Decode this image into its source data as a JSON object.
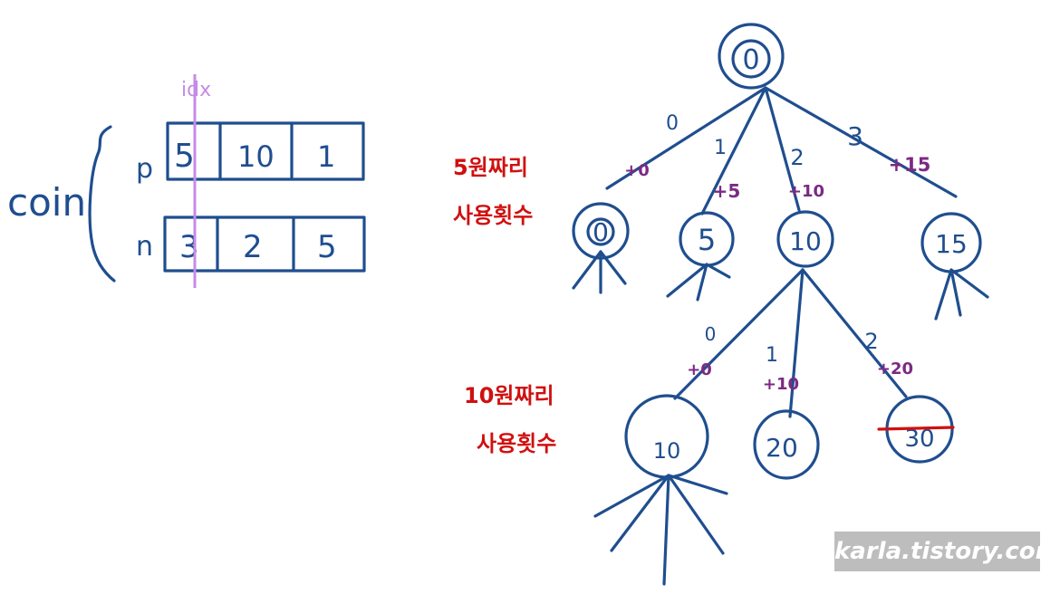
{
  "coin_label": "coin",
  "row_labels": {
    "p": "p",
    "n": "n"
  },
  "p_values": [
    "5",
    "10",
    "1"
  ],
  "n_values": [
    "3",
    "2",
    "5"
  ],
  "idx_label": "idx",
  "annotations": {
    "level1_line1": "5원짜리",
    "level1_line2": "사용횟수",
    "level2_line1": "10원짜리",
    "level2_line2": "사용횟수"
  },
  "tree": {
    "root": "0",
    "level1_nodes": [
      "0",
      "5",
      "10",
      "15"
    ],
    "level1_edge_counts": [
      "0",
      "1",
      "2",
      "3"
    ],
    "level1_edge_adds": [
      "+0",
      "+5",
      "+10",
      "+15"
    ],
    "level2_nodes": [
      "10",
      "20",
      "30"
    ],
    "level2_edge_counts": [
      "0",
      "1",
      "2"
    ],
    "level2_edge_adds": [
      "+0",
      "+10",
      "+20"
    ]
  },
  "watermark": "karla.tistory.com",
  "colors": {
    "ink": "#1f4e8f",
    "purple": "#7b2a83",
    "red": "#d01010",
    "idx": "#c58be8"
  }
}
